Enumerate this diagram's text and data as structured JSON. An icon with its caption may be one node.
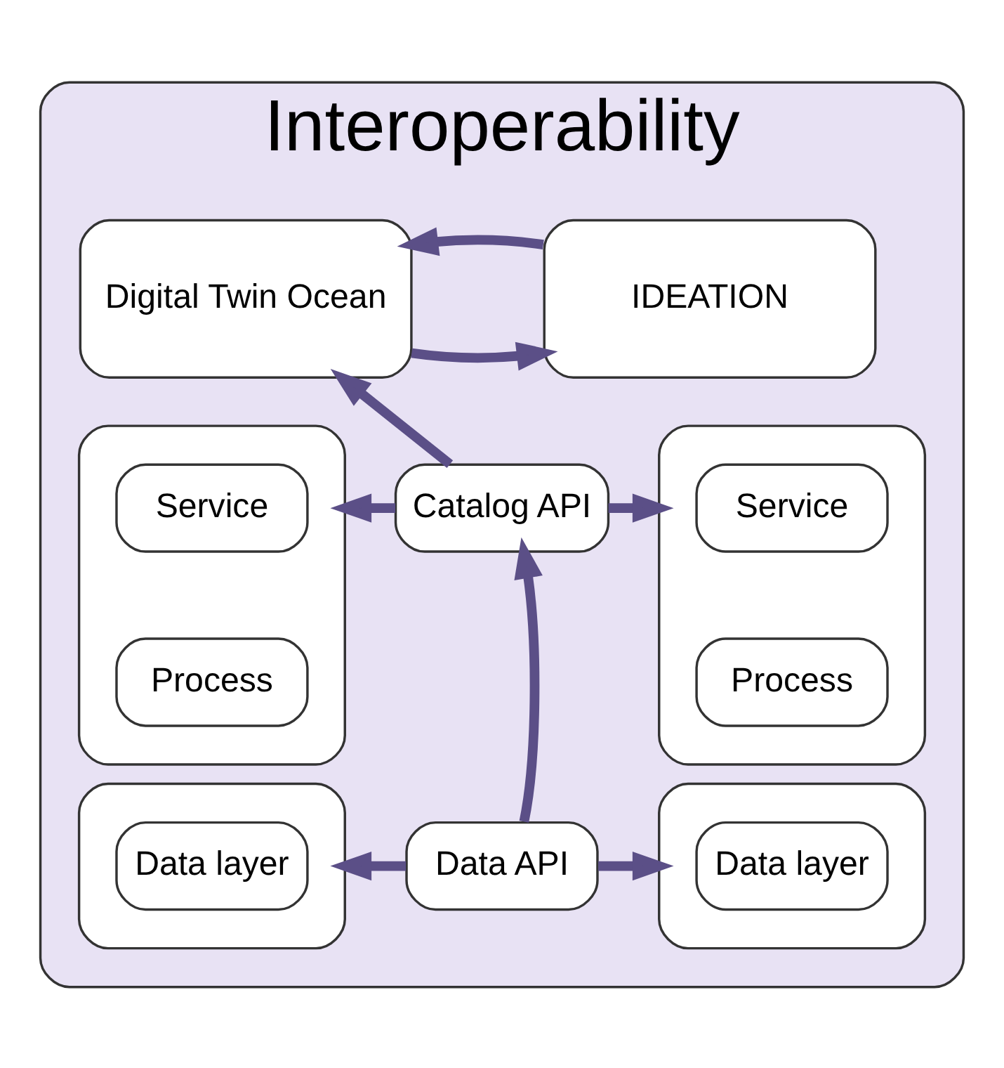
{
  "diagram": {
    "nodes": [
      {
        "text": [
          "Interoperability"
        ]
      },
      {
        "text": [
          "IDEATION"
        ],
        "in": 0
      },
      {
        "text": [
          "Digital Twin Ocean"
        ],
        "in": 0
      },
      {
        "text": [],
        "shape": "box",
        "in": 0
      },
      {
        "text": [
          "Service"
        ],
        "in": 3
      },
      {
        "text": [
          "Process"
        ],
        "in": 3
      },
      {
        "text": [
          "Catalog API"
        ],
        "in": 0
      },
      {
        "text": [],
        "shape": "box",
        "in": 0
      },
      {
        "text": [
          "Service"
        ],
        "in": 7
      },
      {
        "text": [
          "Process"
        ],
        "in": 7
      },
      {
        "text": [],
        "shape": "box",
        "in": 0
      },
      {
        "text": [
          "Data layer"
        ],
        "in": 10
      },
      {
        "text": [
          "Data API"
        ],
        "in": 0
      },
      {
        "text": [],
        "shape": "box",
        "in": 0
      },
      {
        "text": [
          "Data layer"
        ],
        "in": 13
      }
    ],
    "edges": [
      {
        "from": 2,
        "to": 1,
        "arrow": "to"
      },
      {
        "from": 1,
        "to": 2,
        "arrow": "to"
      },
      {
        "from": 6,
        "to": 2,
        "arrow": "to"
      },
      {
        "from": 6,
        "to": 3,
        "arrow": "to"
      },
      {
        "from": 6,
        "to": 7,
        "arrow": "to"
      },
      {
        "from": 12,
        "to": 6,
        "arrow": "to"
      },
      {
        "from": 12,
        "to": 10,
        "arrow": "to"
      },
      {
        "from": 12,
        "to": 13,
        "arrow": "to"
      }
    ]
  }
}
